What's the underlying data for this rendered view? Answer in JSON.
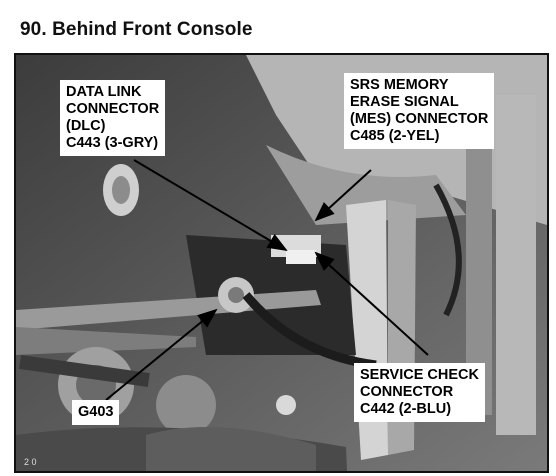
{
  "title": "90. Behind Front Console",
  "callouts": {
    "dlc": [
      "DATA LINK",
      "CONNECTOR",
      "(DLC)",
      "C443 (3-GRY)"
    ],
    "srs": [
      "SRS MEMORY",
      "ERASE SIGNAL",
      "(MES) CONNECTOR",
      "C485 (2-YEL)"
    ],
    "service": [
      "SERVICE CHECK",
      "CONNECTOR",
      "C442 (2-BLU)"
    ],
    "ground": [
      "G403"
    ]
  },
  "page_number": "2 0"
}
